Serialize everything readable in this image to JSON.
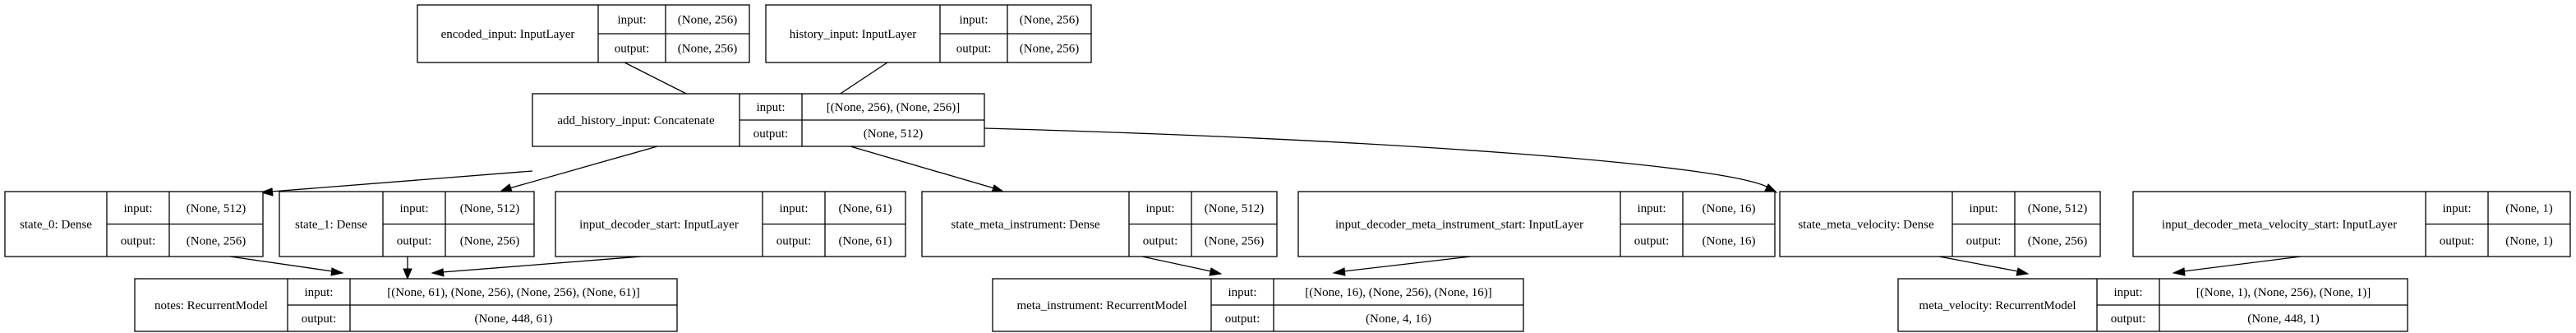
{
  "diagram": {
    "nodes": [
      {
        "id": "encoded_input",
        "name": "encoded_input: InputLayer",
        "input_label": "input:",
        "output_label": "output:",
        "input": "(None, 256)",
        "output": "(None, 256)"
      },
      {
        "id": "history_input",
        "name": "history_input: InputLayer",
        "input_label": "input:",
        "output_label": "output:",
        "input": "(None, 256)",
        "output": "(None, 256)"
      },
      {
        "id": "add_history_input",
        "name": "add_history_input: Concatenate",
        "input_label": "input:",
        "output_label": "output:",
        "input": "[(None, 256), (None, 256)]",
        "output": "(None, 512)"
      },
      {
        "id": "state_0",
        "name": "state_0: Dense",
        "input_label": "input:",
        "output_label": "output:",
        "input": "(None, 512)",
        "output": "(None, 256)"
      },
      {
        "id": "state_1",
        "name": "state_1: Dense",
        "input_label": "input:",
        "output_label": "output:",
        "input": "(None, 512)",
        "output": "(None, 256)"
      },
      {
        "id": "input_decoder_start",
        "name": "input_decoder_start: InputLayer",
        "input_label": "input:",
        "output_label": "output:",
        "input": "(None, 61)",
        "output": "(None, 61)"
      },
      {
        "id": "state_meta_instrument",
        "name": "state_meta_instrument: Dense",
        "input_label": "input:",
        "output_label": "output:",
        "input": "(None, 512)",
        "output": "(None, 256)"
      },
      {
        "id": "input_decoder_meta_instrument_start",
        "name": "input_decoder_meta_instrument_start: InputLayer",
        "input_label": "input:",
        "output_label": "output:",
        "input": "(None, 16)",
        "output": "(None, 16)"
      },
      {
        "id": "state_meta_velocity",
        "name": "state_meta_velocity: Dense",
        "input_label": "input:",
        "output_label": "output:",
        "input": "(None, 512)",
        "output": "(None, 256)"
      },
      {
        "id": "input_decoder_meta_velocity_start",
        "name": "input_decoder_meta_velocity_start: InputLayer",
        "input_label": "input:",
        "output_label": "output:",
        "input": "(None, 1)",
        "output": "(None, 1)"
      },
      {
        "id": "notes",
        "name": "notes: RecurrentModel",
        "input_label": "input:",
        "output_label": "output:",
        "input": "[(None, 61), (None, 256), (None, 256), (None, 61)]",
        "output": "(None, 448, 61)"
      },
      {
        "id": "meta_instrument",
        "name": "meta_instrument: RecurrentModel",
        "input_label": "input:",
        "output_label": "output:",
        "input": "[(None, 16), (None, 256), (None, 16)]",
        "output": "(None, 4, 16)"
      },
      {
        "id": "meta_velocity",
        "name": "meta_velocity: RecurrentModel",
        "input_label": "input:",
        "output_label": "output:",
        "input": "[(None, 1), (None, 256), (None, 1)]",
        "output": "(None, 448, 1)"
      }
    ],
    "edges": [
      {
        "from": "encoded_input",
        "to": "add_history_input"
      },
      {
        "from": "history_input",
        "to": "add_history_input"
      },
      {
        "from": "add_history_input",
        "to": "state_0"
      },
      {
        "from": "add_history_input",
        "to": "state_1"
      },
      {
        "from": "add_history_input",
        "to": "state_meta_instrument"
      },
      {
        "from": "add_history_input",
        "to": "state_meta_velocity"
      },
      {
        "from": "state_0",
        "to": "notes"
      },
      {
        "from": "state_1",
        "to": "notes"
      },
      {
        "from": "input_decoder_start",
        "to": "notes"
      },
      {
        "from": "state_meta_instrument",
        "to": "meta_instrument"
      },
      {
        "from": "input_decoder_meta_instrument_start",
        "to": "meta_instrument"
      },
      {
        "from": "state_meta_velocity",
        "to": "meta_velocity"
      },
      {
        "from": "input_decoder_meta_velocity_start",
        "to": "meta_velocity"
      }
    ]
  }
}
